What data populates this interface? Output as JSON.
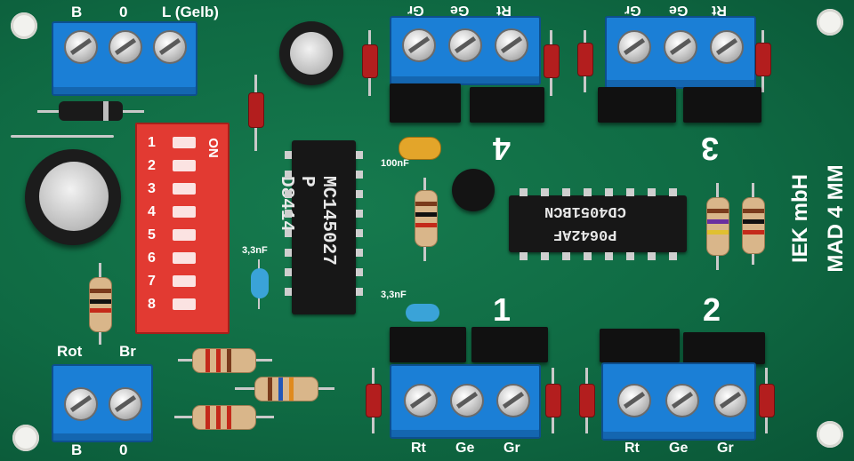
{
  "board": {
    "title": "IEK mbH",
    "model": "MAD 4 MM"
  },
  "terminals": {
    "top_left": [
      "B",
      "0",
      "L (Gelb)"
    ],
    "bottom_left_top": [
      "Rot",
      "Br"
    ],
    "bottom_left_bottom": [
      "B",
      "0"
    ],
    "out_4": [
      "Gr",
      "Ge",
      "Rt"
    ],
    "out_3": [
      "Gr",
      "Ge",
      "Rt"
    ],
    "out_1": [
      "Rt",
      "Ge",
      "Gr"
    ],
    "out_2": [
      "Rt",
      "Ge",
      "Gr"
    ]
  },
  "channels": {
    "c1": "1",
    "c2": "2",
    "c3": "3",
    "c4": "4"
  },
  "dip": {
    "on_label": "ON",
    "numbers": [
      "1",
      "2",
      "3",
      "4",
      "5",
      "6",
      "7",
      "8"
    ]
  },
  "chips": {
    "mc_line1": "MC145027",
    "mc_line2": "P  D8414",
    "cd_line1": "CD4051BCN",
    "cd_line2": "P0642AF"
  },
  "capacitors": {
    "c_100n": "100nF",
    "c_33n_a": "3,3nF",
    "c_33n_b": "3,3nF"
  },
  "colors": {
    "pcb": "#0f6a43",
    "terminal": "#1b7fd6",
    "dip": "#e23a32",
    "silk": "#ffffff"
  }
}
